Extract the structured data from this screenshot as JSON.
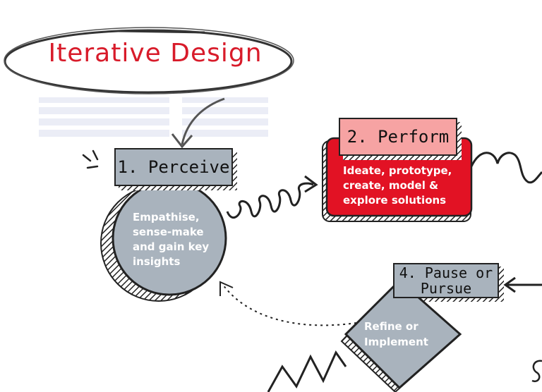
{
  "title": "Iterative Design",
  "steps": {
    "perceive": {
      "label": "1. Perceive",
      "body": "Empathise, sense-make and gain key insights"
    },
    "perform": {
      "label": "2. Perform",
      "body": "Ideate, prototype, create, model & explore solutions"
    },
    "pause": {
      "label_line1": "4. Pause or",
      "label_line2": "Pursue",
      "body": "Refine or Implement"
    }
  },
  "colors": {
    "accent_red": "#d81b2a",
    "node_gray": "#a9b3bd",
    "label_pink": "#f6a3a3",
    "ink": "#222222"
  }
}
